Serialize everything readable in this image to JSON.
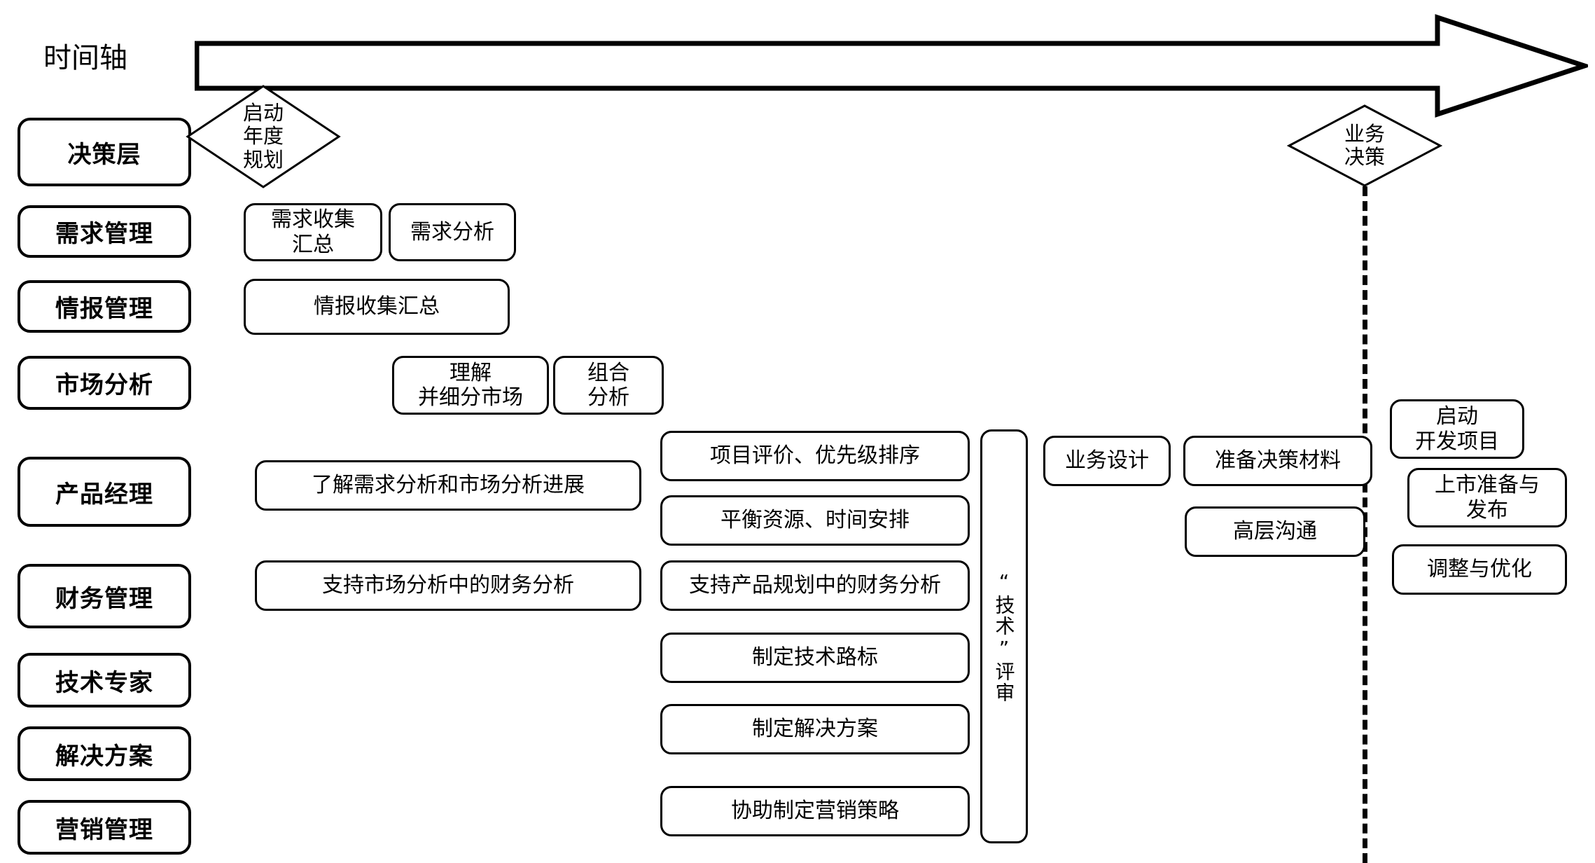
{
  "diagram": {
    "timeline_label": "时间轴",
    "timeline_arrow_name": "timeline-arrow"
  },
  "lanes": [
    {
      "id": "decision",
      "label": "决策层"
    },
    {
      "id": "demand",
      "label": "需求管理"
    },
    {
      "id": "intel",
      "label": "情报管理"
    },
    {
      "id": "market",
      "label": "市场分析"
    },
    {
      "id": "pm",
      "label": "产品经理"
    },
    {
      "id": "finance",
      "label": "财务管理"
    },
    {
      "id": "tech",
      "label": "技术专家"
    },
    {
      "id": "solution",
      "label": "解决方案"
    },
    {
      "id": "marketing",
      "label": "营销管理"
    }
  ],
  "diamonds": [
    {
      "id": "annual-planning",
      "label": "启动\n年度\n规划"
    },
    {
      "id": "business-decision",
      "label": "业务\n决策"
    }
  ],
  "tasks": {
    "demand_collect": "需求收集\n汇总",
    "demand_analysis": "需求分析",
    "intel_collect": "情报收集汇总",
    "understand_segment": "理解\n并细分市场",
    "portfolio_analysis": "组合\n分析",
    "pm_track_progress": "了解需求分析和市场分析进展",
    "project_eval_priority": "项目评价、优先级排序",
    "balance_resources": "平衡资源、时间安排",
    "business_design": "业务设计",
    "prepare_decision_mat": "准备决策材料",
    "exec_communication": "高层沟通",
    "start_dev_project": "启动\n开发项目",
    "launch_prep_release": "上市准备与\n发布",
    "adjust_optimize": "调整与优化",
    "finance_market_支持": "支持市场分析中的财务分析",
    "finance_product_plan": "支持产品规划中的财务分析",
    "tech_roadmap": "制定技术路标",
    "make_solution": "制定解决方案",
    "assist_marketing": "协助制定营销策略",
    "technical_review": "“技术”评审"
  },
  "colors": {
    "stroke": "#000000",
    "fill": "#ffffff",
    "text": "#000000"
  }
}
